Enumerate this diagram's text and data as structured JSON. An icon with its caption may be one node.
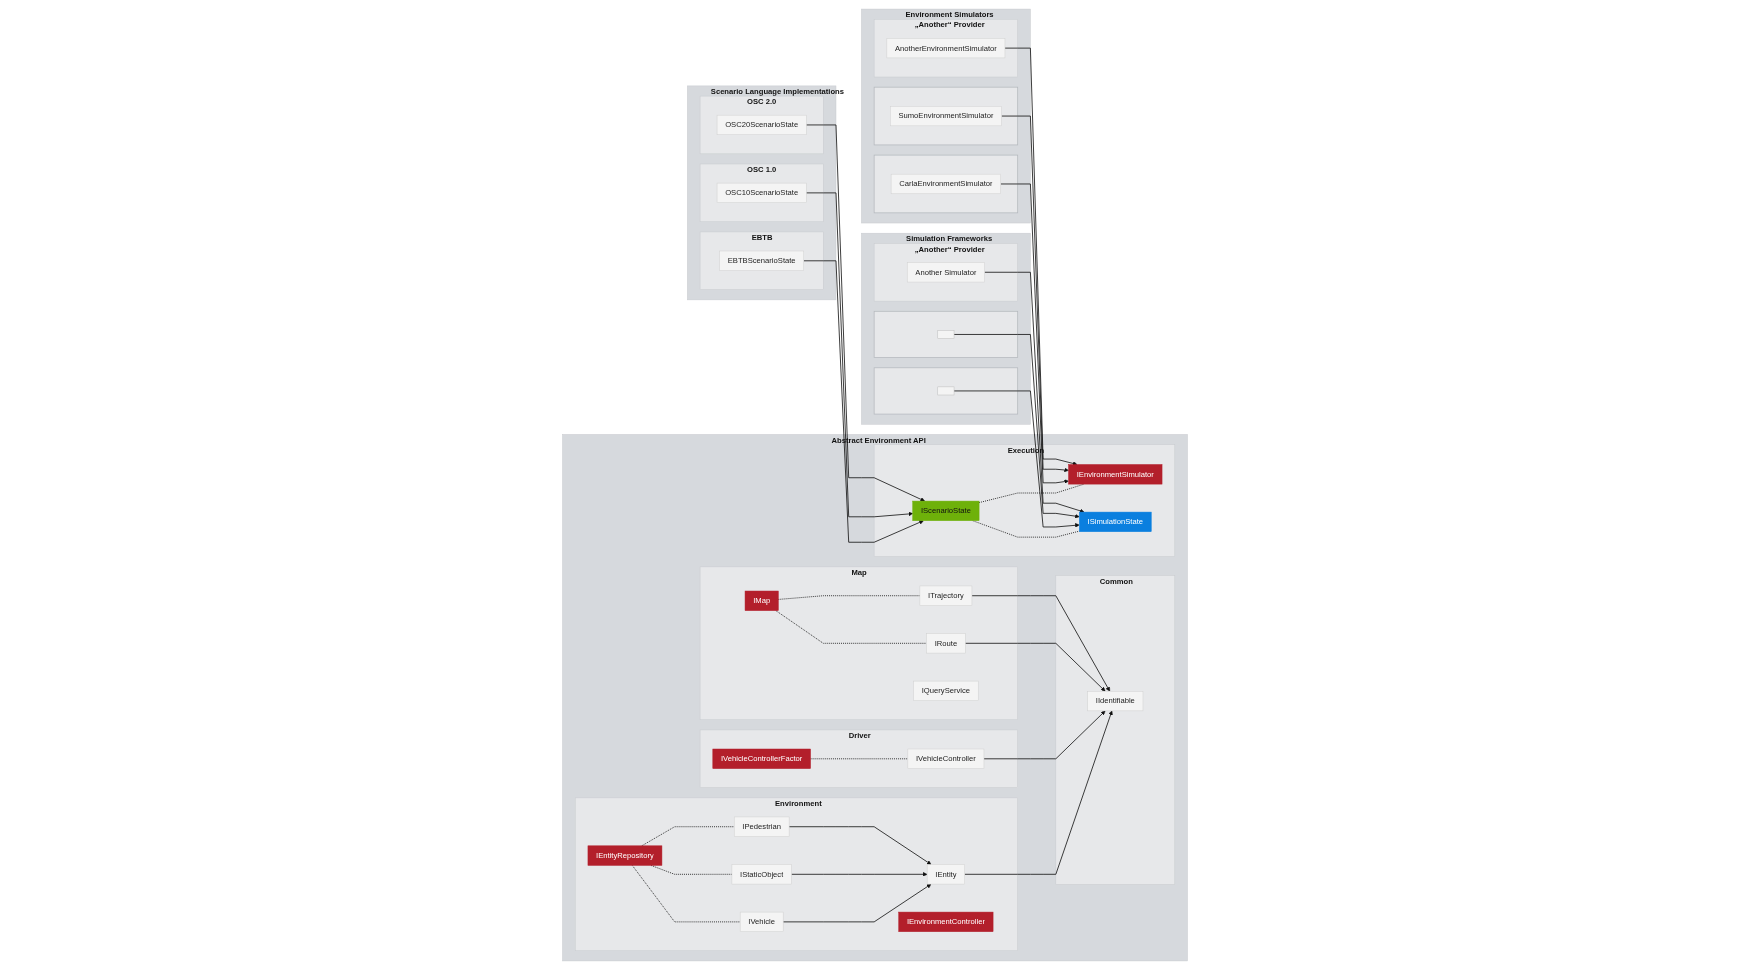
{
  "diagram": {
    "nodes": [
      {
        "text": [
          "Abstract Environment API"
        ]
      },
      {
        "text": [
          "Common"
        ],
        "in": 0
      },
      {
        "text": [
          "IIdentifiable"
        ],
        "in": 1
      },
      {
        "text": [
          "Environment"
        ],
        "in": 0
      },
      {
        "text": [
          "IEntity"
        ],
        "in": 3
      },
      {
        "text": [
          "IVehicle"
        ],
        "in": 3
      },
      {
        "text": [
          "IStaticObject"
        ],
        "in": 3
      },
      {
        "text": [
          "IPedestrian"
        ],
        "in": 3
      },
      {
        "text": [
          "IEntityRepository"
        ],
        "in": 3
      },
      {
        "text": [
          "IEnvironmentController"
        ],
        "in": 3
      },
      {
        "text": [
          "Driver"
        ],
        "in": 0
      },
      {
        "text": [
          "IVehicleController"
        ],
        "in": 10
      },
      {
        "text": [
          "IVehicleControllerFactor"
        ],
        "in": 10
      },
      {
        "text": [
          "Map"
        ],
        "in": 0
      },
      {
        "text": [
          "IRoute"
        ],
        "in": 13
      },
      {
        "text": [
          "ITrajectory"
        ],
        "in": 13
      },
      {
        "text": [
          "IMap"
        ],
        "in": 13
      },
      {
        "text": [
          "IQueryService"
        ],
        "in": 13
      },
      {
        "text": [
          "Execution"
        ],
        "in": 0
      },
      {
        "text": [
          "IEnvironmentSimulator"
        ],
        "in": 18
      },
      {
        "text": [
          "IScenarioState"
        ],
        "in": 18
      },
      {
        "text": [
          "ISimulationState"
        ],
        "in": 18
      },
      {
        "text": [
          "Scenario Language Implementations"
        ]
      },
      {
        "text": [
          "EBTB"
        ],
        "in": 22
      },
      {
        "text": [
          "EBTBScenarioState"
        ],
        "in": 23
      },
      {
        "text": [
          "OSC 1.0"
        ],
        "in": 22
      },
      {
        "text": [
          "OSC10ScenarioState"
        ],
        "in": 25
      },
      {
        "text": [
          "OSC 2.0"
        ],
        "in": 22
      },
      {
        "text": [
          "OSC20ScenarioState"
        ],
        "in": 27
      },
      {
        "text": [
          "Environment Simulators"
        ]
      },
      {
        "text": [],
        "shape": "box",
        "in": 29
      },
      {
        "text": [
          "CarlaEnvironmentSimulator"
        ],
        "in": 30
      },
      {
        "text": [],
        "shape": "box",
        "in": 29
      },
      {
        "text": [
          "SumoEnvironmentSimulator"
        ],
        "in": 32
      },
      {
        "text": [
          "„Another“ Provider"
        ],
        "in": 29
      },
      {
        "text": [
          "AnotherEnvironmentSimulator"
        ],
        "in": 34
      },
      {
        "text": [
          "Simulation Frameworks"
        ]
      },
      {
        "text": [],
        "shape": "box",
        "in": 36
      },
      {
        "text": [],
        "shape": "box",
        "in": 37
      },
      {
        "text": [],
        "shape": "box",
        "in": 36
      },
      {
        "text": [],
        "shape": "box",
        "in": 39
      },
      {
        "text": [
          "„Another“ Provider"
        ],
        "in": 36
      },
      {
        "text": [
          "Another Simulator"
        ],
        "in": 41
      }
    ],
    "edges": [
      {
        "from": 4,
        "to": 2,
        "arrow": "to"
      },
      {
        "from": 11,
        "to": 2,
        "arrow": "to"
      },
      {
        "from": 14,
        "to": 2,
        "arrow": "to"
      },
      {
        "from": 15,
        "to": 2,
        "arrow": "to"
      },
      {
        "from": 5,
        "to": 4,
        "arrow": "to"
      },
      {
        "from": 6,
        "to": 4,
        "arrow": "to"
      },
      {
        "from": 7,
        "to": 4,
        "arrow": "to"
      },
      {
        "from": 8,
        "to": 5,
        "arrow": "none",
        "style": "dashed"
      },
      {
        "from": 8,
        "to": 6,
        "arrow": "none",
        "style": "dashed"
      },
      {
        "from": 8,
        "to": 7,
        "arrow": "none",
        "style": "dashed"
      },
      {
        "from": 12,
        "to": 11,
        "arrow": "none",
        "style": "dashed"
      },
      {
        "from": 16,
        "to": 14,
        "arrow": "none",
        "style": "dashed"
      },
      {
        "from": 16,
        "to": 15,
        "arrow": "none",
        "style": "dashed"
      },
      {
        "from": 20,
        "to": 19,
        "arrow": "none",
        "style": "dashed"
      },
      {
        "from": 20,
        "to": 21,
        "arrow": "none",
        "style": "dashed"
      },
      {
        "from": 24,
        "to": 20,
        "arrow": "to"
      },
      {
        "from": 26,
        "to": 20,
        "arrow": "to"
      },
      {
        "from": 28,
        "to": 20,
        "arrow": "to"
      },
      {
        "from": 31,
        "to": 19,
        "arrow": "to"
      },
      {
        "from": 33,
        "to": 19,
        "arrow": "to"
      },
      {
        "from": 35,
        "to": 19,
        "arrow": "to"
      },
      {
        "from": 38,
        "to": 21,
        "arrow": "to"
      },
      {
        "from": 40,
        "to": 21,
        "arrow": "to"
      },
      {
        "from": 42,
        "to": 21,
        "arrow": "to"
      }
    ]
  }
}
